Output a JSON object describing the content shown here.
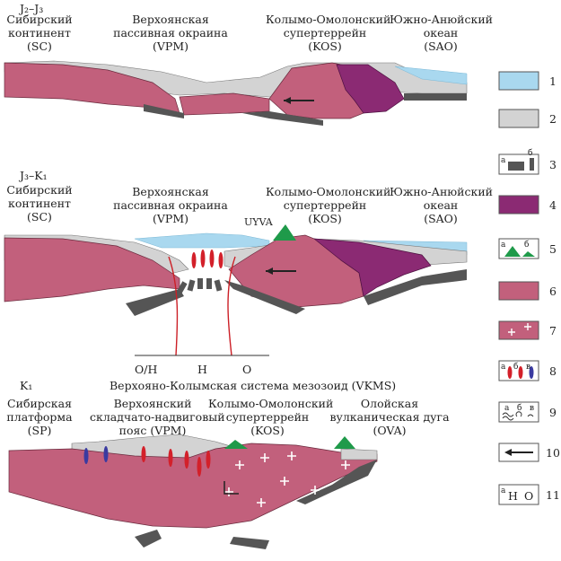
{
  "stages": [
    {
      "period": "J₂–J₃",
      "units": [
        {
          "name": "Сибирский\nконтинент\n(SC)"
        },
        {
          "name": "Верхоянская\nпассивная окраина\n(VPM)"
        },
        {
          "name": "Колымо-Омолонский\nсупертеррейн\n(KOS)"
        },
        {
          "name": "Южно-Анюйский\nокеан\n(SAO)"
        }
      ]
    },
    {
      "period": "J₃–K₁",
      "units": [
        {
          "name": "Сибирский\nконтинент\n(SC)"
        },
        {
          "name": "Верхоянская\nпассивная окраина\n(VPM)"
        },
        {
          "name": "Колымо-Омолонский\nсупертеррейн\n(KOS)"
        },
        {
          "name": "Южно-Анюйский\nокеан\n(SAO)"
        }
      ],
      "arc_label": "UYVA",
      "zone_labels": [
        "O/H",
        "H",
        "O"
      ]
    },
    {
      "period": "K₁",
      "system_title": "Верхояно-Колымская система мезозоид (VKMS)",
      "units": [
        {
          "name": "Сибирская\nплатформа\n(SP)"
        },
        {
          "name": "Верхоянский\nскладчато-надвиговый\nпояс (VPM)"
        },
        {
          "name": "Колымо-Омолонский\nсупертеррейн\n(KOS)"
        },
        {
          "name": "Олойская\nвулканическая дуга\n(OVA)"
        }
      ]
    }
  ],
  "legend": [
    {
      "num": "1",
      "fill": "#a9d8ef"
    },
    {
      "num": "2",
      "fill": "#d3d3d3"
    },
    {
      "num": "3",
      "sub": [
        "а",
        "б"
      ]
    },
    {
      "num": "4",
      "fill": "#8b2a73"
    },
    {
      "num": "5",
      "sub": [
        "а",
        "б"
      ]
    },
    {
      "num": "6",
      "fill": "#c2607c"
    },
    {
      "num": "7",
      "fill": "#c2607c"
    },
    {
      "num": "8",
      "sub": [
        "а",
        "б",
        "в"
      ]
    },
    {
      "num": "9",
      "sub": [
        "а",
        "б",
        "в"
      ]
    },
    {
      "num": "10"
    },
    {
      "num": "11",
      "sub": [
        "а"
      ],
      "letters": [
        "Н",
        "О"
      ]
    }
  ],
  "colors": {
    "sea": "#a9d8ef",
    "sediment": "#d3d3d3",
    "crust": "#c2607c",
    "kos_core": "#8b2a73",
    "dark_slab": "#555555",
    "volcano": "#1f9a4a",
    "intrusion_red": "#d3202a",
    "intrusion_blue": "#3a3aa0",
    "fault": "#cc1f26"
  }
}
